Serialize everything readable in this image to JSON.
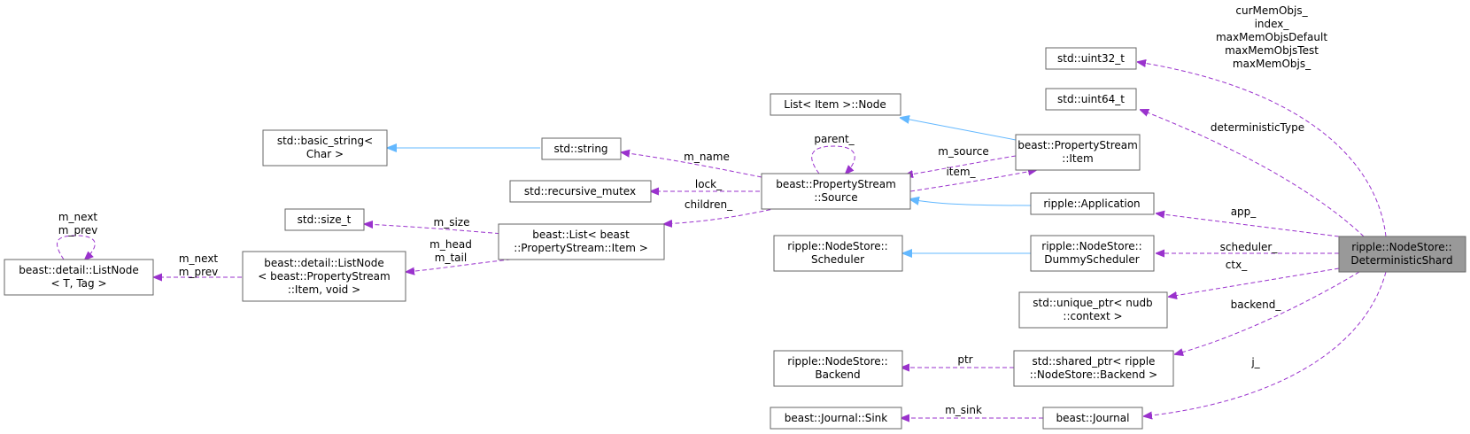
{
  "nodes": {
    "focus": [
      "ripple::NodeStore::",
      "DeterministicShard"
    ],
    "uint32": [
      "std::uint32_t"
    ],
    "uint64": [
      "std::uint64_t"
    ],
    "listnodeitem": [
      "List< Item >::Node"
    ],
    "psitem": [
      "beast::PropertyStream",
      "::Item"
    ],
    "basicstring": [
      "std::basic_string<",
      "Char >"
    ],
    "string": [
      "std::string"
    ],
    "pssource": [
      "beast::PropertyStream",
      "::Source"
    ],
    "recmutex": [
      "std::recursive_mutex"
    ],
    "application": [
      "ripple::Application"
    ],
    "sizet": [
      "std::size_t"
    ],
    "blist": [
      "beast::List< beast",
      "::PropertyStream::Item >"
    ],
    "scheduler": [
      "ripple::NodeStore::",
      "Scheduler"
    ],
    "dummysched": [
      "ripple::NodeStore::",
      "DummyScheduler"
    ],
    "dlistnode": [
      "beast::detail::ListNode",
      "< T, Tag >"
    ],
    "dlistnodeitem": [
      "beast::detail::ListNode",
      "< beast::PropertyStream",
      "::Item, void >"
    ],
    "uniqueptr": [
      "std::unique_ptr< nudb",
      "::context >"
    ],
    "backend": [
      "ripple::NodeStore::",
      "Backend"
    ],
    "sharedptr": [
      "std::shared_ptr< ripple",
      "::NodeStore::Backend >"
    ],
    "jsink": [
      "beast::Journal::Sink"
    ],
    "journal": [
      "beast::Journal"
    ]
  },
  "edge_labels": {
    "u32": [
      "curMemObjs_",
      "index_",
      "maxMemObjsDefault",
      "maxMemObjsTest",
      "maxMemObjs_"
    ],
    "u64": [
      "deterministicType"
    ],
    "app": [
      "app_"
    ],
    "sched": [
      "scheduler_"
    ],
    "ctx": [
      "ctx_"
    ],
    "backend": [
      "backend_"
    ],
    "j": [
      "j_"
    ],
    "ptr": [
      "ptr"
    ],
    "msink": [
      "m_sink"
    ],
    "msource": [
      "m_source"
    ],
    "item": [
      "item_"
    ],
    "parent": [
      "parent_"
    ],
    "mname": [
      "m_name"
    ],
    "lock": [
      "lock_"
    ],
    "children": [
      "children_"
    ],
    "msize": [
      "m_size"
    ],
    "mheadtail": [
      "m_head",
      "m_tail"
    ],
    "nextprev": [
      "m_next",
      "m_prev"
    ],
    "selfnextprev": [
      "m_next",
      "m_prev"
    ]
  },
  "colors": {
    "dependency": "#9a32cd",
    "inheritance": "#63b8ff",
    "node_border": "#666666",
    "focus_fill": "#999999"
  }
}
